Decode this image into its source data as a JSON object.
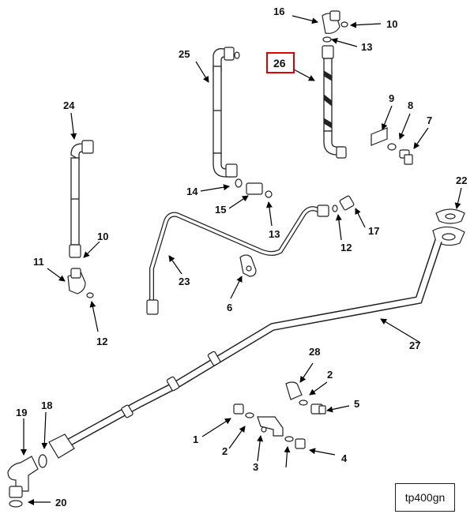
{
  "callouts": {
    "c16": "16",
    "c10a": "10",
    "c13a": "13",
    "c26": "26",
    "c25": "25",
    "c24": "24",
    "c9": "9",
    "c8": "8",
    "c7": "7",
    "c14": "14",
    "c15": "15",
    "c13b": "13",
    "c22": "22",
    "c17": "17",
    "c12a": "12",
    "c10b": "10",
    "c11": "11",
    "c23": "23",
    "c6": "6",
    "c12b": "12",
    "c27": "27",
    "c28": "28",
    "c2a": "2",
    "c5": "5",
    "c19": "19",
    "c18": "18",
    "c1": "1",
    "c2b": "2",
    "c3": "3",
    "c4": "4",
    "c20": "20"
  },
  "highlighted_callout": "26",
  "highlight_color": "#e00000",
  "reference_code": "tp400gn"
}
